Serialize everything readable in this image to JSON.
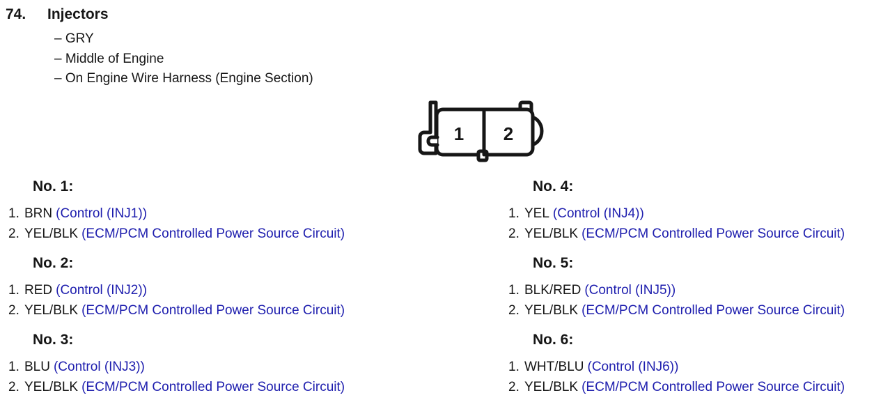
{
  "header": {
    "number": "74.",
    "title": "Injectors",
    "details": [
      "– GRY",
      "– Middle of Engine",
      "– On Engine Wire Harness (Engine Section)"
    ]
  },
  "connector": {
    "pins": [
      "1",
      "2"
    ]
  },
  "columns": {
    "left": [
      {
        "heading": "No. 1:",
        "pins": [
          {
            "num": "1.",
            "wire": "BRN",
            "circuit": "(Control (INJ1))"
          },
          {
            "num": "2.",
            "wire": "YEL/BLK",
            "circuit": "(ECM/PCM Controlled Power Source Circuit)"
          }
        ]
      },
      {
        "heading": "No. 2:",
        "pins": [
          {
            "num": "1.",
            "wire": "RED",
            "circuit": "(Control (INJ2))"
          },
          {
            "num": "2.",
            "wire": "YEL/BLK",
            "circuit": "(ECM/PCM Controlled Power Source Circuit)"
          }
        ]
      },
      {
        "heading": "No. 3:",
        "pins": [
          {
            "num": "1.",
            "wire": "BLU",
            "circuit": "(Control (INJ3))"
          },
          {
            "num": "2.",
            "wire": "YEL/BLK",
            "circuit": "(ECM/PCM Controlled Power Source Circuit)"
          }
        ]
      }
    ],
    "right": [
      {
        "heading": "No. 4:",
        "pins": [
          {
            "num": "1.",
            "wire": "YEL",
            "circuit": "(Control (INJ4))"
          },
          {
            "num": "2.",
            "wire": "YEL/BLK",
            "circuit": "(ECM/PCM Controlled Power Source Circuit)"
          }
        ]
      },
      {
        "heading": "No. 5:",
        "pins": [
          {
            "num": "1.",
            "wire": "BLK/RED",
            "circuit": "(Control (INJ5))"
          },
          {
            "num": "2.",
            "wire": "YEL/BLK",
            "circuit": "(ECM/PCM Controlled Power Source Circuit)"
          }
        ]
      },
      {
        "heading": "No. 6:",
        "pins": [
          {
            "num": "1.",
            "wire": "WHT/BLU",
            "circuit": "(Control (INJ6))"
          },
          {
            "num": "2.",
            "wire": "YEL/BLK",
            "circuit": "(ECM/PCM Controlled Power Source Circuit)"
          }
        ]
      }
    ]
  },
  "colors": {
    "circuit_blue": "#1e1eae",
    "ink": "#161616"
  }
}
